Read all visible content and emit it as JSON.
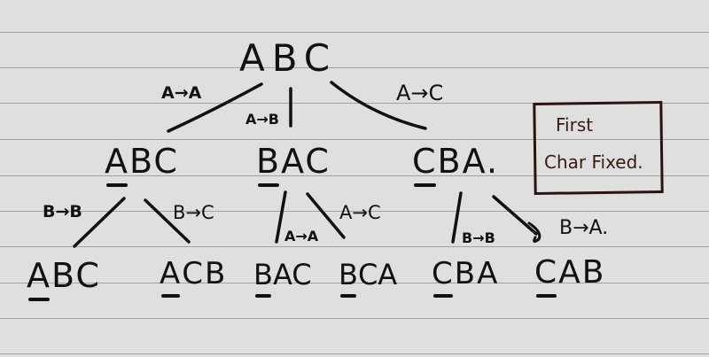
{
  "diagram": {
    "type": "tree",
    "description": "Hand-drawn permutation tree of ABC on ruled paper",
    "ink_color": "#111111",
    "note_color": "#3a1a12",
    "paper_color": "#dfdfdf",
    "rule_color": "#8e8e8e",
    "root": {
      "label": "ABC"
    },
    "level1": [
      {
        "label": "ABC",
        "fixed": "A",
        "rest": "BC",
        "edge": "A→A"
      },
      {
        "label": "BAC",
        "fixed": "B",
        "rest": "AC",
        "edge": "A→B"
      },
      {
        "label": "CBA.",
        "fixed": "C",
        "rest": "BA.",
        "edge": "A→C"
      }
    ],
    "level2": [
      {
        "label": "ABC",
        "fixed": "A",
        "rest": "BC",
        "edge": "B→B",
        "parent": 0
      },
      {
        "label": "ACB",
        "fixed": "A",
        "rest": "CB",
        "edge": "B→C",
        "parent": 0
      },
      {
        "label": "BAC",
        "fixed": "B",
        "rest": "AC",
        "edge": "A→A",
        "parent": 1
      },
      {
        "label": "BCA",
        "fixed": "B",
        "rest": "CA",
        "edge": "A→C",
        "parent": 1
      },
      {
        "label": "CBA",
        "fixed": "C",
        "rest": "BA",
        "edge": "B→B",
        "parent": 2
      },
      {
        "label": "CAB",
        "fixed": "C",
        "rest": "AB",
        "edge": "B→A.",
        "parent": 2
      }
    ],
    "note": {
      "line1": "First",
      "line2": "Char Fixed."
    }
  }
}
